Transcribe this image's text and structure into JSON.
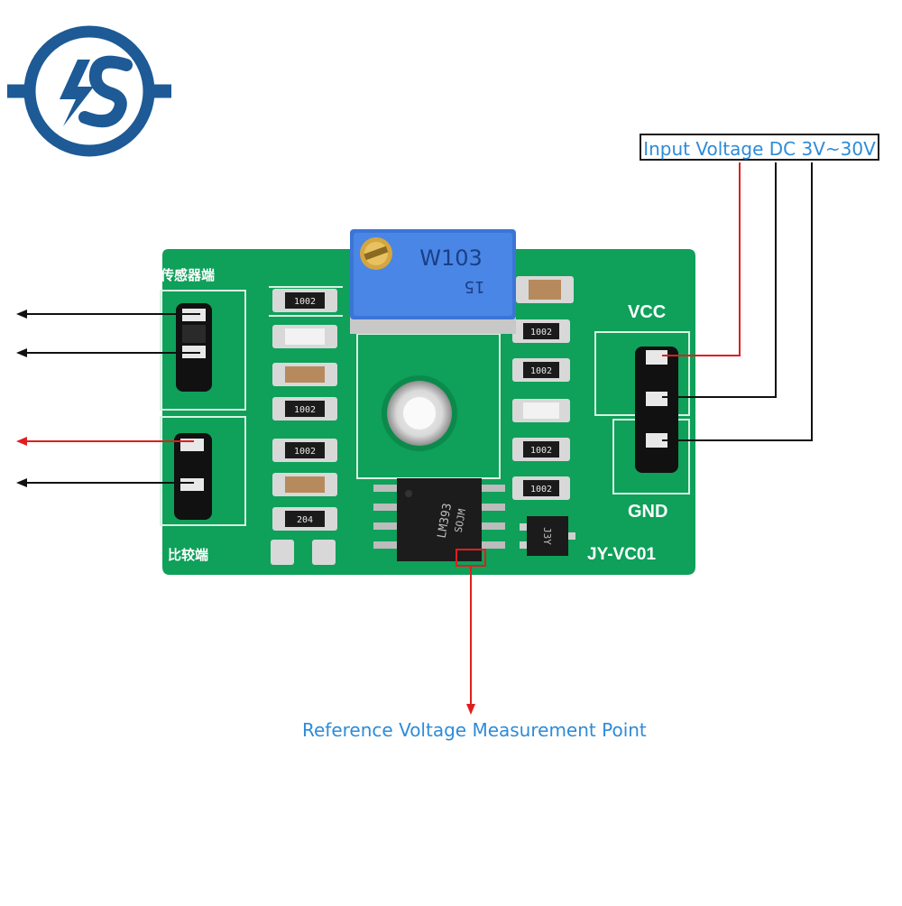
{
  "logo": {
    "text": "IS",
    "color": "#1d5a96"
  },
  "labels": {
    "input_voltage": "Input Voltage DC 3V~30V",
    "reference_point": "Reference Voltage Measurement Point",
    "vcc": "VCC",
    "gnd": "GND",
    "model": "JY-VC01",
    "sensor_port": "传感器端",
    "compare_port": "比较端"
  },
  "components": {
    "potentiometer": "W103",
    "potentiometer_sub": "15",
    "chip_line1": "LM393",
    "chip_line2": "SOJM",
    "transistor": "J3Y",
    "resistors": [
      "1002",
      "1002",
      "1002",
      "1002",
      "1002",
      "1002",
      "1002",
      "204"
    ]
  },
  "colors": {
    "pcb": "#0fa05a",
    "label_blue": "#2e8bd8",
    "arrow_red": "#e01e1e"
  }
}
